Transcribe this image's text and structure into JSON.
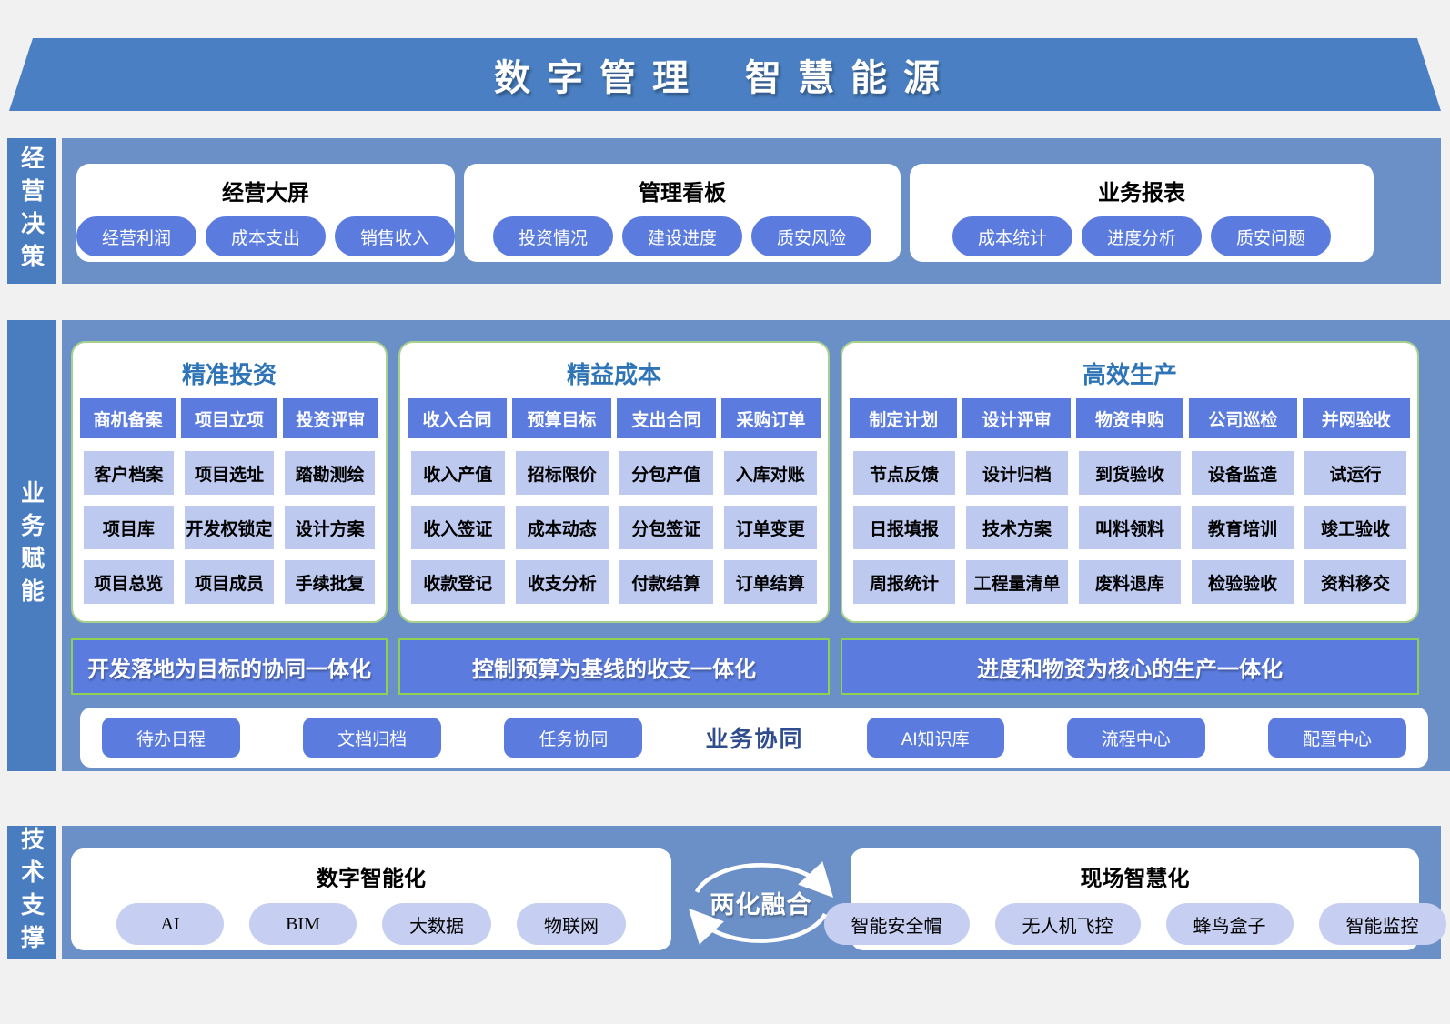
{
  "banner": {
    "title_left": "数字管理",
    "title_right": "智慧能源"
  },
  "sections": {
    "decision": {
      "label": "经营决策",
      "cards": [
        {
          "title": "经营大屏",
          "pills": [
            "经营利润",
            "成本支出",
            "销售收入"
          ]
        },
        {
          "title": "管理看板",
          "pills": [
            "投资情况",
            "建设进度",
            "质安风险"
          ]
        },
        {
          "title": "业务报表",
          "pills": [
            "成本统计",
            "进度分析",
            "质安问题"
          ]
        }
      ]
    },
    "business": {
      "label": "业务赋能",
      "columns": [
        {
          "title": "精准投资",
          "headers": [
            "商机备案",
            "项目立项",
            "投资评审"
          ],
          "rows": [
            [
              "客户档案",
              "项目选址",
              "踏勘测绘"
            ],
            [
              "项目库",
              "开发权锁定",
              "设计方案"
            ],
            [
              "项目总览",
              "项目成员",
              "手续批复"
            ]
          ],
          "banner": "开发落地为目标的协同一体化"
        },
        {
          "title": "精益成本",
          "headers": [
            "收入合同",
            "预算目标",
            "支出合同",
            "采购订单"
          ],
          "rows": [
            [
              "收入产值",
              "招标限价",
              "分包产值",
              "入库对账"
            ],
            [
              "收入签证",
              "成本动态",
              "分包签证",
              "订单变更"
            ],
            [
              "收款登记",
              "收支分析",
              "付款结算",
              "订单结算"
            ]
          ],
          "banner": "控制预算为基线的收支一体化"
        },
        {
          "title": "高效生产",
          "headers": [
            "制定计划",
            "设计评审",
            "物资申购",
            "公司巡检",
            "并网验收"
          ],
          "rows": [
            [
              "节点反馈",
              "设计归档",
              "到货验收",
              "设备监造",
              "试运行"
            ],
            [
              "日报填报",
              "技术方案",
              "叫料领料",
              "教育培训",
              "竣工验收"
            ],
            [
              "周报统计",
              "工程量清单",
              "废料退库",
              "检验验收",
              "资料移交"
            ]
          ],
          "banner": "进度和物资为核心的生产一体化"
        }
      ],
      "collab": {
        "label": "业务协同",
        "left_buttons": [
          "待办日程",
          "文档归档",
          "任务协同"
        ],
        "right_buttons": [
          "AI知识库",
          "流程中心",
          "配置中心"
        ]
      }
    },
    "tech": {
      "label": "技术支撑",
      "fusion_label": "两化融合",
      "cards": [
        {
          "title": "数字智能化",
          "pills": [
            "AI",
            "BIM",
            "大数据",
            "物联网"
          ]
        },
        {
          "title": "现场智慧化",
          "pills": [
            "智能安全帽",
            "无人机飞控",
            "蜂鸟盒子",
            "智能监控"
          ]
        }
      ]
    }
  },
  "colors": {
    "page_bg": "#f1f1f1",
    "banner_blue": "#4a80c3",
    "band_blue": "#6b90c7",
    "sidebar_blue": "#4a7cc0",
    "accent_blue": "#5b7cde",
    "light_cell_blue": "#bdc9ee",
    "tech_pill_blue": "#c6cff1",
    "title_blue": "#2e74b6",
    "collab_label_blue": "#2f4c8f",
    "banner_border_green": "#8fd04e",
    "card_border_green": "#a9d18e"
  }
}
